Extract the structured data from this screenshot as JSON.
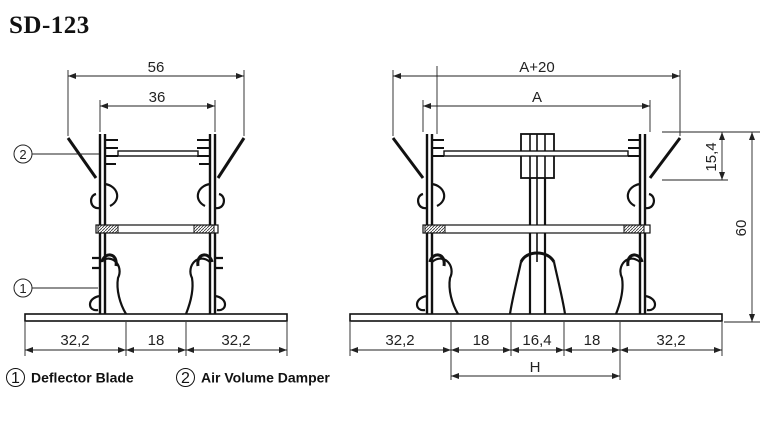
{
  "title": "SD-123",
  "dimensions": {
    "left_overall": "56",
    "left_inner": "36",
    "left_bottom_a": "32,2",
    "left_bottom_b": "18",
    "left_bottom_c": "32,2",
    "right_overall": "A+20",
    "right_inner": "A",
    "right_side_small": "15,4",
    "right_height": "60",
    "right_bottom_a": "32,2",
    "right_bottom_b": "18",
    "right_bottom_c": "16,4",
    "right_bottom_d": "18",
    "right_bottom_e": "32,2",
    "right_span": "H"
  },
  "callouts": {
    "one": "1",
    "two": "2"
  },
  "legend": [
    {
      "num": "1",
      "label": "Deflector Blade"
    },
    {
      "num": "2",
      "label": "Air Volume Damper"
    }
  ],
  "colors": {
    "line": "#111111",
    "dim": "#222222"
  }
}
